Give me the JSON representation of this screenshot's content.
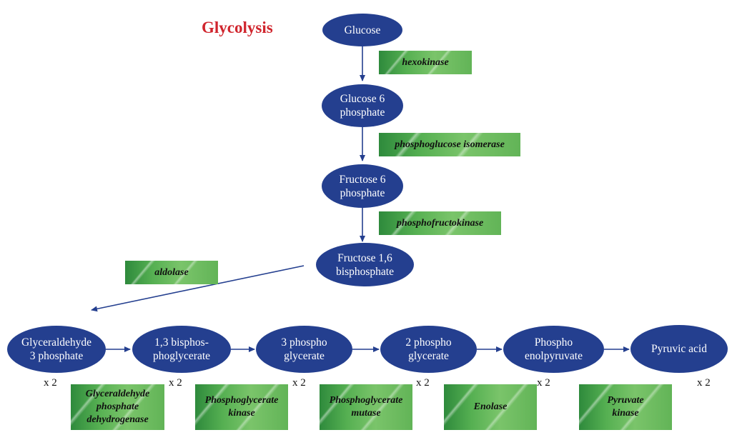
{
  "title": "Glycolysis",
  "molecules": {
    "glucose": "Glucose",
    "glucose_6_phosphate": "Glucose 6\nphosphate",
    "fructose_6_phosphate": "Fructose 6\nphosphate",
    "fructose_1_6_bisphosphate": "Fructose 1,6\nbisphosphate",
    "glyceraldehyde_3_phosphate": "Glyceraldehyde\n3 phosphate",
    "bisphosphoglycerate_1_3": "1,3 bisphos-\nphoglycerate",
    "phosphoglycerate_3": "3 phospho\nglycerate",
    "phosphoglycerate_2": "2 phospho\nglycerate",
    "phosphoenolpyruvate": "Phospho\nenolpyruvate",
    "pyruvic_acid": "Pyruvic acid"
  },
  "enzymes": {
    "hexokinase": "hexokinase",
    "phosphoglucose_isomerase": "phosphoglucose isomerase",
    "phosphofructokinase": "phosphofructokinase",
    "aldolase": "aldolase",
    "g3p_dehydrogenase": "Glyceraldehyde\nphosphate\ndehydrogenase",
    "phosphoglycerate_kinase": "Phosphoglycerate\nkinase",
    "phosphoglycerate_mutase": "Phosphoglycerate\nmutase",
    "enolase": "Enolase",
    "pyruvate_kinase": "Pyruvate\nkinase"
  },
  "multipliers": [
    "x 2",
    "x 2",
    "x 2",
    "x 2",
    "x 2",
    "x 2"
  ],
  "colors": {
    "node_fill": "#243f8f",
    "title": "#d0252d",
    "arrow": "#243f8f",
    "enzyme_box": "#5bb052"
  }
}
